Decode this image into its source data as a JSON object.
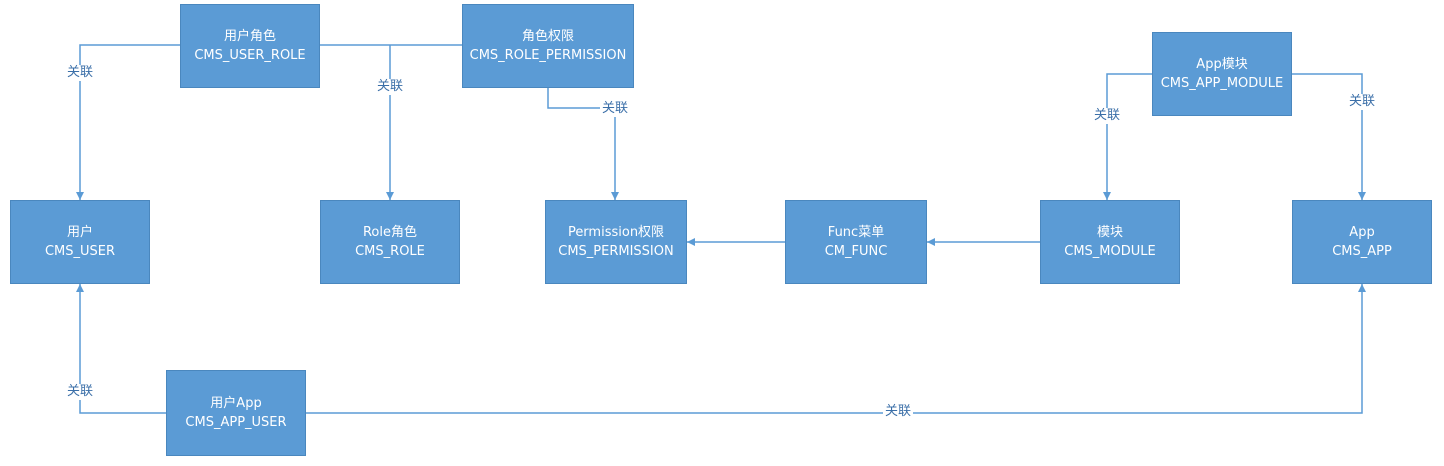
{
  "colors": {
    "node_fill": "#5b9bd5",
    "node_border": "#4a87be",
    "edge": "#5b9bd5",
    "node_text": "#ffffff",
    "label_text": "#3b6fa8"
  },
  "nodes": {
    "user_role": {
      "name": "用户角色",
      "table": "CMS_USER_ROLE"
    },
    "role_permission": {
      "name": "角色权限",
      "table": "CMS_ROLE_PERMISSION"
    },
    "app_module": {
      "name": "App模块",
      "table": "CMS_APP_MODULE"
    },
    "user": {
      "name": "用户",
      "table": "CMS_USER"
    },
    "role": {
      "name": "Role角色",
      "table": "CMS_ROLE"
    },
    "permission": {
      "name": "Permission权限",
      "table": "CMS_PERMISSION"
    },
    "func": {
      "name": "Func菜单",
      "table": "CM_FUNC"
    },
    "module": {
      "name": "模块",
      "table": "CMS_MODULE"
    },
    "app": {
      "name": "App",
      "table": "CMS_APP"
    },
    "app_user": {
      "name": "用户App",
      "table": "CMS_APP_USER"
    }
  },
  "edge_labels": {
    "user_role_to_user": "关联",
    "user_role_to_role": "关联",
    "role_permission_to_permission": "关联",
    "app_module_to_module": "关联",
    "app_module_to_app": "关联",
    "app_user_to_user": "关联",
    "app_user_to_app": "关联"
  }
}
